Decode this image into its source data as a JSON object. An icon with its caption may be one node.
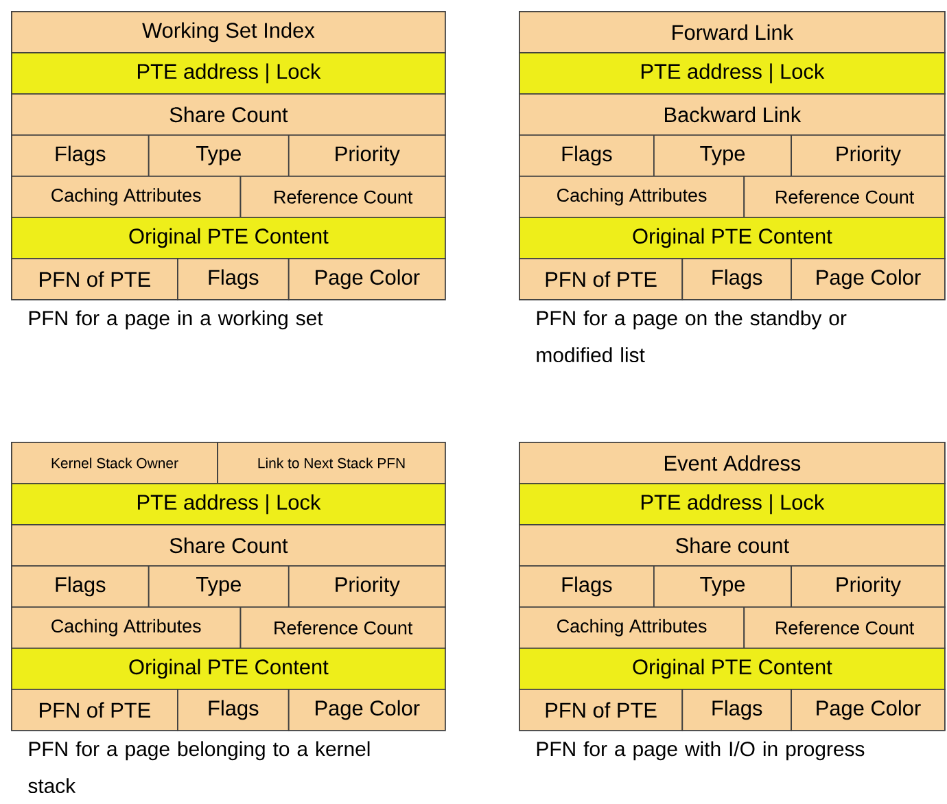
{
  "diagram": {
    "nodes": [
      {
        "text": [
          "Working Set Index"
        ]
      },
      {
        "text": [
          "PTE address | Lock"
        ]
      },
      {
        "text": [
          "Share Count"
        ]
      },
      {
        "text": [
          "Flags"
        ]
      },
      {
        "text": [
          "Type"
        ]
      },
      {
        "text": [
          "Priority"
        ]
      },
      {
        "text": [
          "Caching Attributes"
        ]
      },
      {
        "text": [
          "Reference Count"
        ]
      },
      {
        "text": [
          "Original PTE Content"
        ]
      },
      {
        "text": [
          "PFN of PTE"
        ]
      },
      {
        "text": [
          "Flags"
        ]
      },
      {
        "text": [
          "Page Color"
        ]
      },
      {
        "text": [
          "Forward Link"
        ]
      },
      {
        "text": [
          "PTE address | Lock"
        ]
      },
      {
        "text": [
          "Backward Link"
        ]
      },
      {
        "text": [
          "Flags"
        ]
      },
      {
        "text": [
          "Type"
        ]
      },
      {
        "text": [
          "Priority"
        ]
      },
      {
        "text": [
          "Caching Attributes"
        ]
      },
      {
        "text": [
          "Reference Count"
        ]
      },
      {
        "text": [
          "Original PTE Content"
        ]
      },
      {
        "text": [
          "PFN of PTE"
        ]
      },
      {
        "text": [
          "Flags"
        ]
      },
      {
        "text": [
          "Page Color"
        ]
      },
      {
        "text": [
          "Kernel Stack Owner"
        ]
      },
      {
        "text": [
          "Link to Next Stack PFN"
        ]
      },
      {
        "text": [
          "PTE address | Lock"
        ]
      },
      {
        "text": [
          "Share Count"
        ]
      },
      {
        "text": [
          "Flags"
        ]
      },
      {
        "text": [
          "Type"
        ]
      },
      {
        "text": [
          "Priority"
        ]
      },
      {
        "text": [
          "Caching Attributes"
        ]
      },
      {
        "text": [
          "Reference Count"
        ]
      },
      {
        "text": [
          "Original PTE Content"
        ]
      },
      {
        "text": [
          "PFN of PTE"
        ]
      },
      {
        "text": [
          "Flags"
        ]
      },
      {
        "text": [
          "Page Color"
        ]
      },
      {
        "text": [
          "Event Address"
        ]
      },
      {
        "text": [
          "PTE address | Lock"
        ]
      },
      {
        "text": [
          "Share count"
        ]
      },
      {
        "text": [
          "Flags"
        ]
      },
      {
        "text": [
          "Type"
        ]
      },
      {
        "text": [
          "Priority"
        ]
      },
      {
        "text": [
          "Caching Attributes"
        ]
      },
      {
        "text": [
          "Reference Count"
        ]
      },
      {
        "text": [
          "Original PTE Content"
        ]
      },
      {
        "text": [
          "PFN of PTE"
        ]
      },
      {
        "text": [
          "Flags"
        ]
      },
      {
        "text": [
          "Page Color"
        ]
      }
    ],
    "labels": [
      "PFN for a page in a working set",
      "PFN for a page on the standby or modified list",
      "PFN for a page belonging to a kernel stack",
      "PFN for a page with I/O in progress"
    ]
  }
}
